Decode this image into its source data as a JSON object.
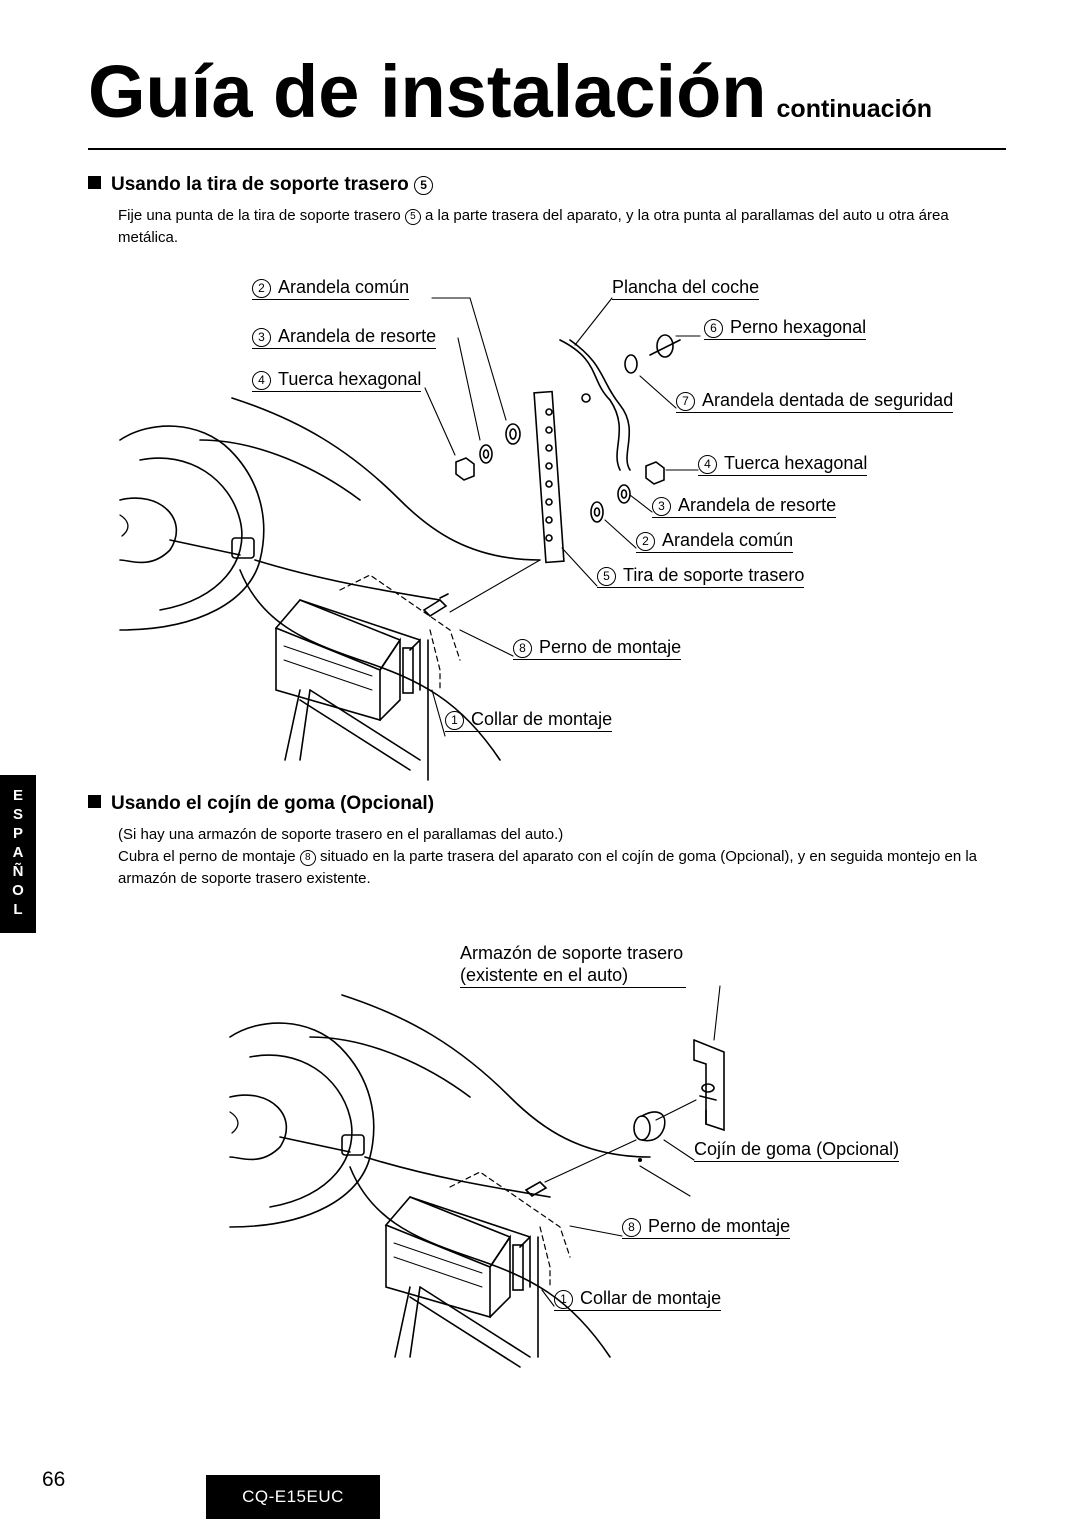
{
  "header": {
    "title": "Guía de instalación",
    "subtitle": "continuación"
  },
  "section1": {
    "heading": "Usando la tira de soporte trasero",
    "heading_num": "5",
    "body_before": "Fije una punta de la tira de soporte trasero ",
    "body_num": "5",
    "body_after": " a la parte trasera del aparato, y la otra punta al parallamas del auto u otra área metálica.",
    "labels": [
      {
        "num": "2",
        "text": "Arandela común"
      },
      {
        "num": "3",
        "text": "Arandela de resorte"
      },
      {
        "num": "4",
        "text": "Tuerca hexagonal"
      },
      {
        "num": "",
        "text": "Plancha del coche"
      },
      {
        "num": "6",
        "text": "Perno hexagonal"
      },
      {
        "num": "7",
        "text": "Arandela dentada de seguridad"
      },
      {
        "num": "4",
        "text": "Tuerca hexagonal"
      },
      {
        "num": "3",
        "text": "Arandela de resorte"
      },
      {
        "num": "2",
        "text": "Arandela común"
      },
      {
        "num": "5",
        "text": "Tira de soporte trasero"
      },
      {
        "num": "8",
        "text": "Perno de montaje"
      },
      {
        "num": "1",
        "text": "Collar de montaje"
      }
    ]
  },
  "section2": {
    "heading": "Usando el cojín de goma (Opcional)",
    "body_line1": "(Si hay una armazón de soporte trasero en el parallamas del auto.)",
    "body_before": "Cubra el perno de montaje ",
    "body_num": "8",
    "body_after": " situado en la parte trasera del aparato con el cojín de goma (Opcional), y en seguida montejo en la armazón de soporte trasero existente.",
    "labels": [
      {
        "num": "",
        "text": "Armazón de soporte trasero"
      },
      {
        "num": "",
        "text": "(existente en el auto)"
      },
      {
        "num": "",
        "text": "Cojín de goma (Opcional)"
      },
      {
        "num": "8",
        "text": "Perno de montaje"
      },
      {
        "num": "1",
        "text": "Collar de montaje"
      }
    ]
  },
  "side_tab": {
    "letters": [
      "E",
      "S",
      "P",
      "A",
      "Ñ",
      "O",
      "L"
    ]
  },
  "footer": {
    "page_number": "66",
    "model": "CQ-E15EUC"
  }
}
